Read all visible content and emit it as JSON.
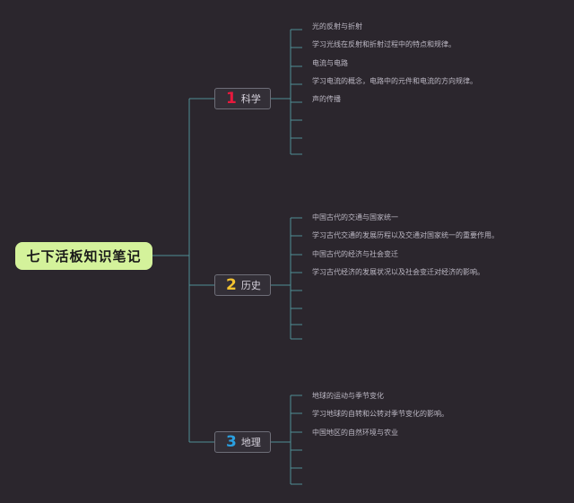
{
  "root": {
    "label": "七下活板知识笔记"
  },
  "branches": [
    {
      "number": "1",
      "label": "科学",
      "color": "#e8193d",
      "leaves": [
        "光的反射与折射",
        "学习光线在反射和折射过程中的特点和规律。",
        "电流与电路",
        "学习电流的概念，电路中的元件和电流的方向规律。",
        "声的传播"
      ]
    },
    {
      "number": "2",
      "label": "历史",
      "color": "#f2c230",
      "leaves": [
        "中国古代的交通与国家统一",
        "学习古代交通的发展历程以及交通对国家统一的重要作用。",
        "中国古代的经济与社会变迁",
        "学习古代经济的发展状况以及社会变迁对经济的影响。"
      ]
    },
    {
      "number": "3",
      "label": "地理",
      "color": "#2aa0e0",
      "leaves": [
        "地球的运动与季节变化",
        "学习地球的自转和公转对季节变化的影响。",
        "中国地区的自然环境与农业"
      ]
    }
  ],
  "colors": {
    "line": "#4f8f95",
    "background": "#2b262d",
    "root_fill": "#d4f29b"
  }
}
